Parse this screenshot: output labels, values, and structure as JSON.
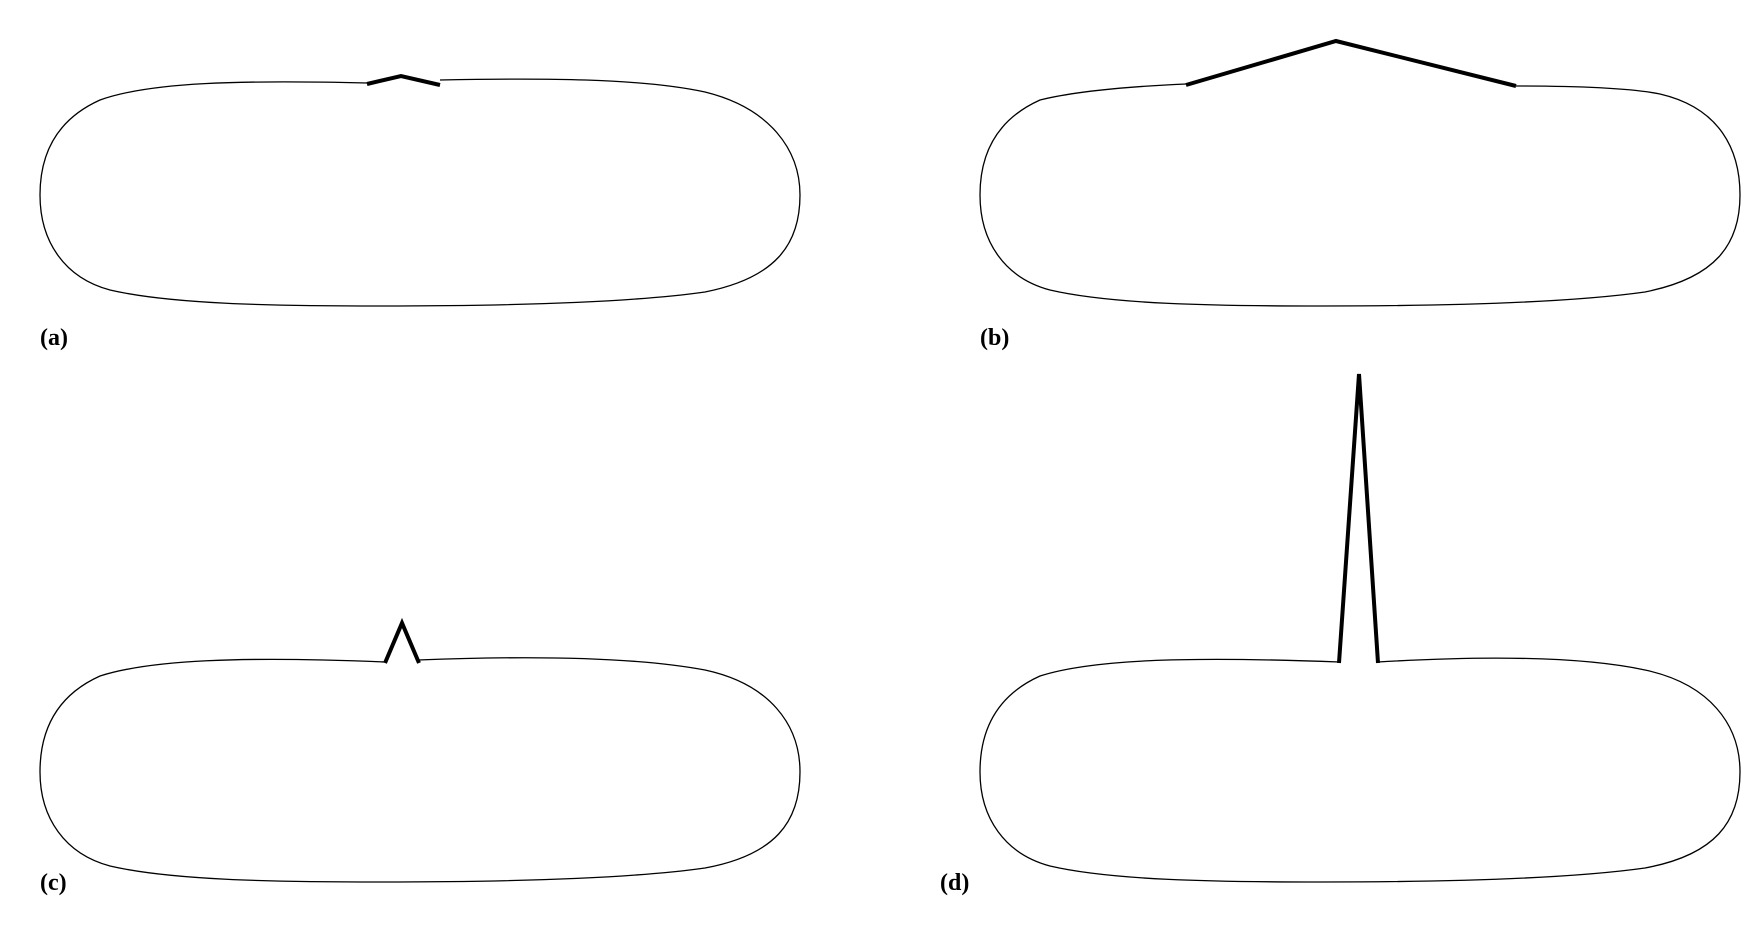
{
  "panels": [
    {
      "id": "a",
      "label": "(a)"
    },
    {
      "id": "b",
      "label": "(b)"
    },
    {
      "id": "c",
      "label": "(c)"
    },
    {
      "id": "d",
      "label": "(d)"
    }
  ],
  "colors": {
    "background": "#ffffff",
    "stroke": "#000000"
  }
}
